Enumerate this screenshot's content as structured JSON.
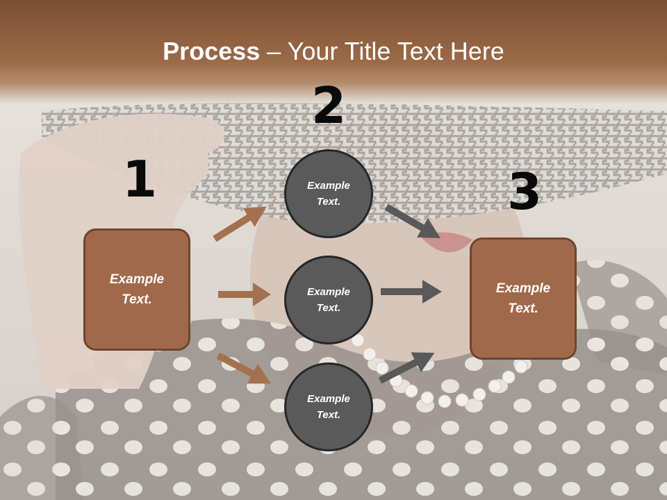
{
  "title": {
    "bold": "Process",
    "rest": " – Your Title Text Here"
  },
  "numbers": {
    "one": "1",
    "two": "2",
    "three": "3"
  },
  "left_box": {
    "line1": "Example",
    "line2": "Text."
  },
  "right_box": {
    "line1": "Example",
    "line2": "Text."
  },
  "circles": [
    {
      "line1": "Example",
      "line2": "Text."
    },
    {
      "line1": "Example",
      "line2": "Text."
    },
    {
      "line1": "Example",
      "line2": "Text."
    }
  ],
  "colors": {
    "header": "#8f5f3f",
    "box": "#a0694a",
    "circle": "#5a5a5a",
    "arrow_brown": "#a3714f",
    "arrow_gray": "#595959"
  }
}
